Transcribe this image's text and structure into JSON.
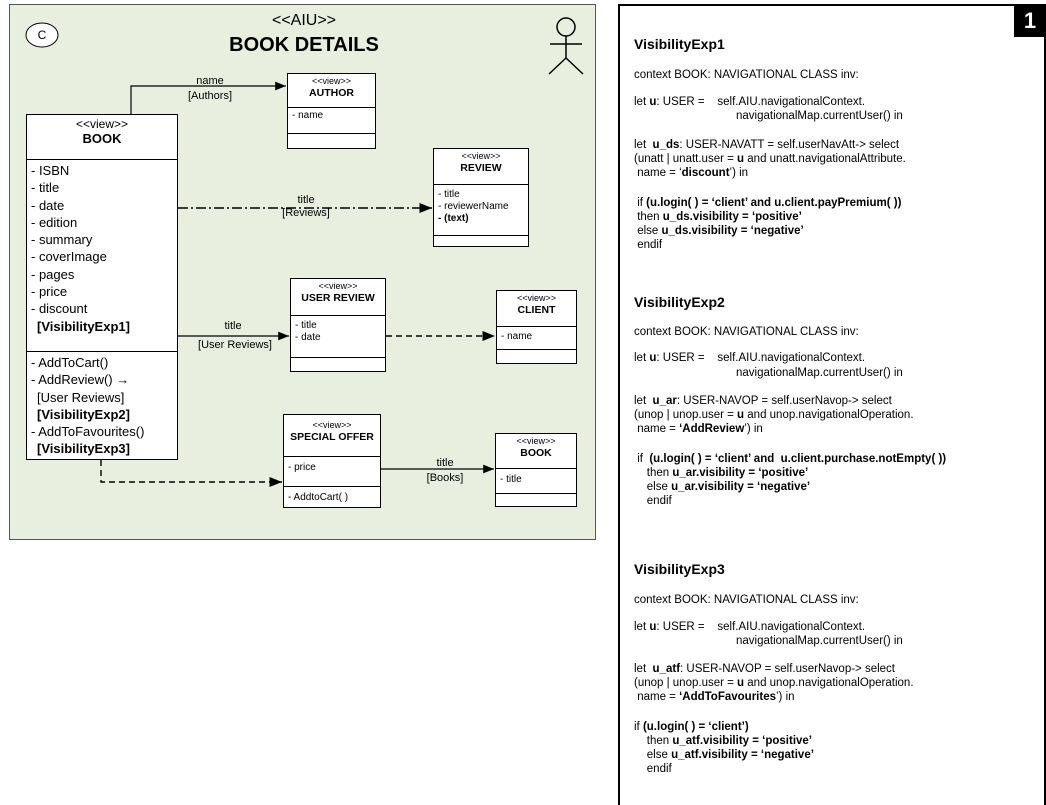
{
  "diagram": {
    "context_badge": "C",
    "stereotype": "<<AIU>>",
    "title": "BOOK DETAILS",
    "actor_icon": "actor-stick-figure-icon",
    "book": {
      "stereotype": "<<view>>",
      "name": "BOOK",
      "attributes": [
        "- ISBN",
        "- title",
        "- date",
        "- edition",
        "- summary",
        "- coverImage",
        "- pages",
        "- price",
        "- discount"
      ],
      "attr_visibility": "[VisibilityExp1]",
      "op1": "- AddToCart()",
      "op2": "- AddReview() →",
      "op2_target": "[User Reviews]",
      "op2_visibility": "[VisibilityExp2]",
      "op3": "- AddToFavourites()",
      "op3_visibility": "[VisibilityExp3]"
    },
    "author": {
      "stereotype": "<<view>>",
      "name": "AUTHOR",
      "attr": "- name"
    },
    "review": {
      "stereotype": "<<view>>",
      "name": "REVIEW",
      "attr1": "- title",
      "attr2": "- reviewerName",
      "attr3": "- (text)"
    },
    "user_review": {
      "stereotype": "<<view>>",
      "name": "USER REVIEW",
      "attr1": "- title",
      "attr2": "- date"
    },
    "client": {
      "stereotype": "<<view>>",
      "name": "CLIENT",
      "attr": "- name"
    },
    "special_offer": {
      "stereotype": "<<view>>",
      "name": "SPECIAL OFFER",
      "attr": "- price",
      "op": "- AddtoCart( )"
    },
    "book2": {
      "stereotype": "<<view>>",
      "name": "BOOK",
      "attr": "- title"
    },
    "links": {
      "author_label": "name",
      "author_target": "[Authors]",
      "review_label": "title",
      "review_target": "[Reviews]",
      "user_review_label": "title",
      "user_review_target": "[User Reviews]",
      "book_label": "title",
      "book_target": "[Books]"
    }
  },
  "panel": {
    "number": "1",
    "exp1": {
      "heading": "VisibilityExp1",
      "l1": "context BOOK: NAVIGATIONAL CLASS inv:",
      "l2a": "let ",
      "l2b": "u",
      "l2c": ": USER =    self.AIU.navigationalContext.",
      "l3": "navigationalMap.currentUser() in",
      "l4a": "let  ",
      "l4b": "u_ds",
      "l4c": ": USER-NAVATT = self.userNavAtt-> select",
      "l5a": "(unatt | unatt.user = ",
      "l5b": "u",
      "l5c": " and unatt.navigationalAttribute.",
      "l6a": " name = ‘",
      "l6b": "discount",
      "l6c": "’) in",
      "l7a": " if ",
      "l7b": "(u.login( ) = ‘client’ and u.client.payPremium( ))",
      "l8a": " then ",
      "l8b": "u_ds.visibility = ‘positive’",
      "l9a": " else ",
      "l9b": "u_ds.visibility = ‘negative’",
      "l10": " endif"
    },
    "exp2": {
      "heading": "VisibilityExp2",
      "l1": "context BOOK: NAVIGATIONAL CLASS inv:",
      "l2a": "let ",
      "l2b": "u",
      "l2c": ": USER =    self.AIU.navigationalContext.",
      "l3": "navigationalMap.currentUser() in",
      "l4a": "let  ",
      "l4b": "u_ar",
      "l4c": ": USER-NAVOP = self.userNavop-> select",
      "l5a": "(unop | unop.user = ",
      "l5b": "u",
      "l5c": " and unop.navigationalOperation.",
      "l6a": " name = ",
      "l6b": "‘AddReview",
      "l6c": "’) in",
      "l7a": " if  ",
      "l7b": "(u.login( ) = ‘client’ and  u.client.purchase.notEmpty( ))",
      "l8a": "    then ",
      "l8b": "u_ar.visibility = ‘positive’",
      "l9a": "    else ",
      "l9b": "u_ar.visibility = ‘negative’",
      "l10": "    endif"
    },
    "exp3": {
      "heading": "VisibilityExp3",
      "l1": "context BOOK: NAVIGATIONAL CLASS inv:",
      "l2a": "let ",
      "l2b": "u",
      "l2c": ": USER =    self.AIU.navigationalContext.",
      "l3": "navigationalMap.currentUser() in",
      "l4a": "let  ",
      "l4b": "u_atf",
      "l4c": ": USER-NAVOP = self.userNavop-> select",
      "l5a": "(unop | unop.user = ",
      "l5b": "u",
      "l5c": " and unop.navigationalOperation.",
      "l6a": " name = ",
      "l6b": "‘AddToFavourites",
      "l6c": "’) in",
      "l7a": "if ",
      "l7b": "(u.login( ) = ‘client’)",
      "l8a": "    then ",
      "l8b": "u_atf.visibility = ‘positive’",
      "l9a": "    else ",
      "l9b": "u_atf.visibility = ‘negative’",
      "l10": "    endif"
    }
  }
}
